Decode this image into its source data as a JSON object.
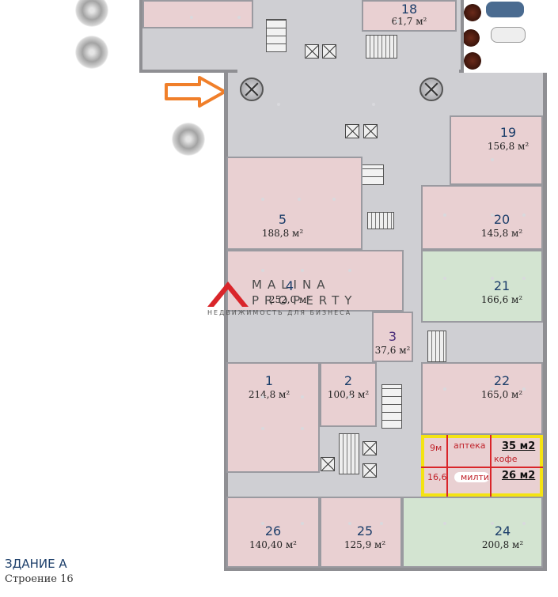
{
  "building": {
    "title": "ЗДАНИЕ А",
    "subtitle": "Строение 16"
  },
  "watermark": {
    "brand_line1": "MALINA",
    "brand_line2": "PROPERTY",
    "tagline": "НЕДВИЖИМОСТЬ ДЛЯ БИЗНЕСА"
  },
  "units": [
    {
      "id": "18",
      "area": "61,7 м²"
    },
    {
      "id": "19",
      "area": "156,8 м²"
    },
    {
      "id": "5",
      "area": "188,8 м²"
    },
    {
      "id": "20",
      "area": "145,8 м²"
    },
    {
      "id": "4",
      "area": "252,0 м²"
    },
    {
      "id": "21",
      "area": "166,6 м²"
    },
    {
      "id": "3",
      "area": "37,6 м²"
    },
    {
      "id": "1",
      "area": "214,8 м²"
    },
    {
      "id": "2",
      "area": "100,8 м²"
    },
    {
      "id": "22",
      "area": "165,0 м²"
    },
    {
      "id": "26",
      "area": "140,40 м²"
    },
    {
      "id": "25",
      "area": "125,9 м²"
    },
    {
      "id": "24",
      "area": "200,8 м²"
    }
  ],
  "annotations": {
    "width_label": "9м",
    "depth_label": "16,6",
    "pharmacy": "аптека",
    "coffee": "кофе",
    "milti": "милти",
    "size_top": "35 м2",
    "size_bottom": "26 м2"
  },
  "colors": {
    "highlight": "#f4e313",
    "redline": "#d9252a",
    "arrow": "#f07f2a",
    "retail_green": "#d3e4d1",
    "retail_pink": "#e9d0d2"
  }
}
